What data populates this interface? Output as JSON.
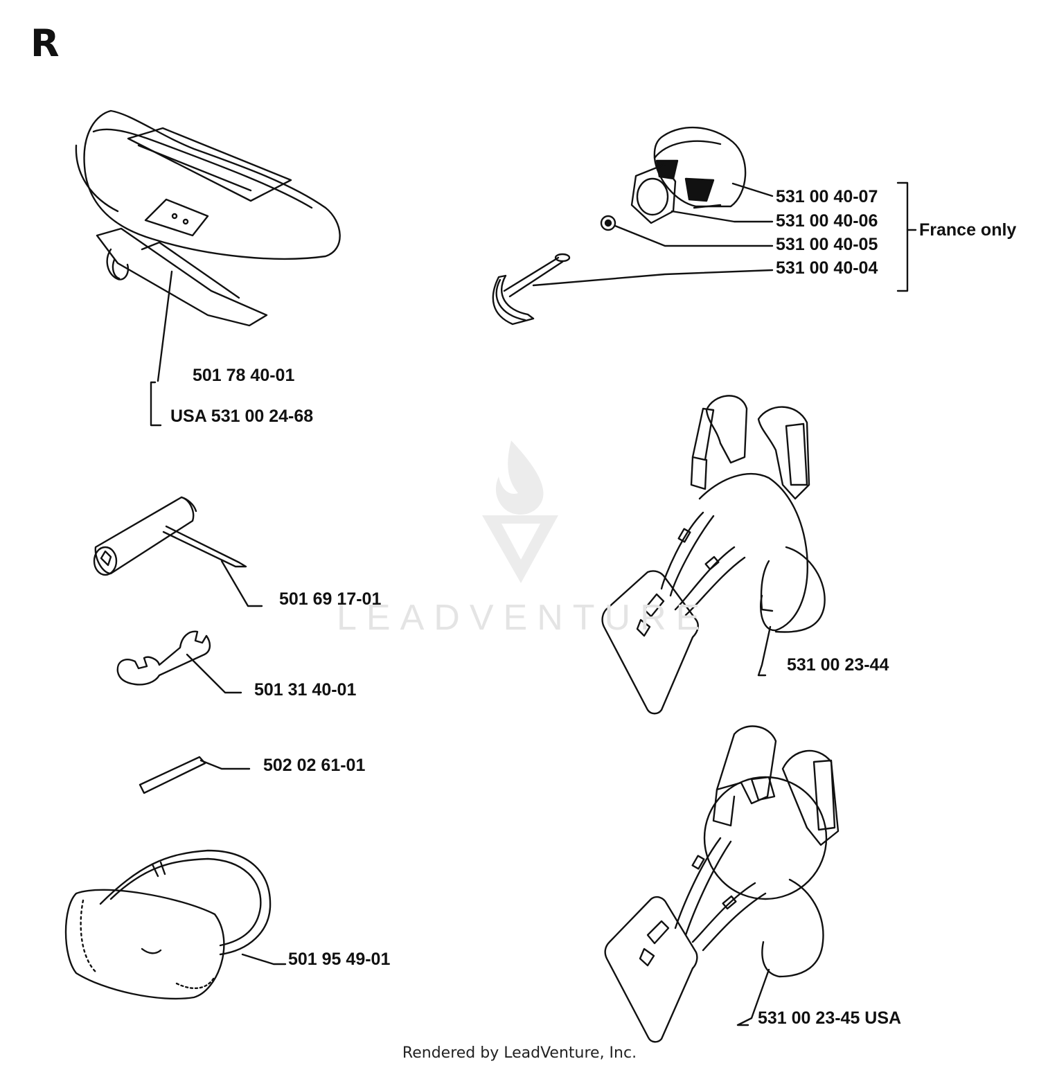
{
  "diagram": {
    "section_letter": "R",
    "labels": {
      "harness_part": "501 78 40-01",
      "harness_usa": "USA 531 00 24-68",
      "cap_07": "531 00 40-07",
      "cap_06": "531 00 40-06",
      "cap_05": "531 00 40-05",
      "cap_04": "531 00 40-04",
      "france_note": "France only",
      "combi_tool": "501 69 17-01",
      "wrench": "501 31 40-01",
      "pin": "502 02 61-01",
      "harness_double": "531 00 23-44",
      "guard": "501 95 49-01",
      "harness_double_usa": "531 00 23-45 USA"
    }
  },
  "watermark": {
    "text": "LEADVENTURE",
    "logo": "leadventure-flame-logo"
  },
  "footer": {
    "text": "Rendered by LeadVenture, Inc."
  }
}
